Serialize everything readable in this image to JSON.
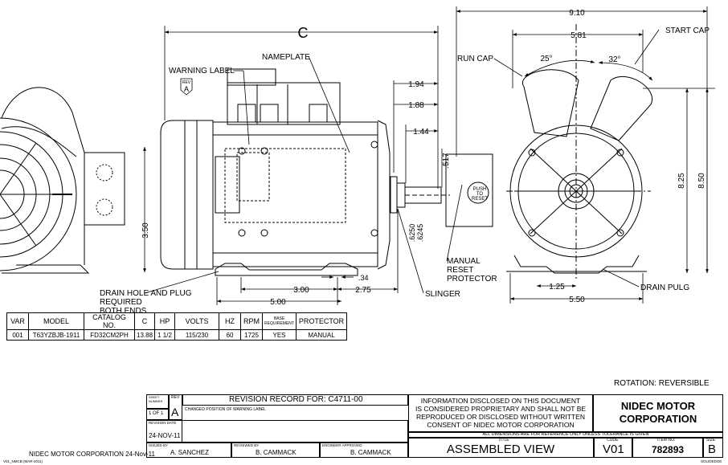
{
  "dims": {
    "c": "C",
    "overall_length": "9.10",
    "width_581": "5.81",
    "d194": "1.94",
    "d188": "1.88",
    "d144": "1.44",
    "d517": ".517",
    "d350": "3.50",
    "d300": "3.00",
    "d275": "2.75",
    "d500": "5.00",
    "d034": ".34",
    "shaft_dia": ".6250\n.6245",
    "shaft_dia_a": ".6250",
    "shaft_dia_b": ".6245",
    "d125": "1.25",
    "d550": "5.50",
    "d825": "8.25",
    "d850": "8.50",
    "ang25": "25°",
    "ang32": "32°"
  },
  "callouts": {
    "warning_label": "WARNING LABEL",
    "rev_tag_label": "REV",
    "rev_tag_value": "A",
    "nameplate": "NAMEPLATE",
    "run_cap": "RUN CAP",
    "start_cap": "START CAP",
    "manual_reset_1": "MANUAL",
    "manual_reset_2": "RESET",
    "manual_reset_3": "PROTECTOR",
    "slinger": "SLINGER",
    "drain_pulg": "DRAIN PULG",
    "drain_hole_1": "DRAIN HOLE AND PLUG",
    "drain_hole_2": "REQUIRED",
    "drain_hole_3": "BOTH ENDS",
    "push_1": "PUSH",
    "push_2": "TO",
    "push_3": "RESET"
  },
  "spec_table": {
    "headers": [
      "VAR",
      "MODEL",
      "CATALOG NO.",
      "C",
      "HP",
      "VOLTS",
      "HZ",
      "RPM",
      "BASE REQUIREMENT",
      "PROTECTOR"
    ],
    "base_req_1": "BASE",
    "base_req_2": "REQUIREMENT",
    "row": [
      "001",
      "T63YZBJB-1911",
      "FD32CM2PH",
      "13.88",
      "1 1/2",
      "115/230",
      "60",
      "1725",
      "YES",
      "MANUAL"
    ]
  },
  "rotation": "ROTATION:  REVERSIBLE",
  "title_block": {
    "sheet_number_label_1": "SHEET",
    "sheet_number_label_2": "NUMBER",
    "sheet_number_value": "1 OF 1",
    "rev_label": "REV",
    "rev_value": "A",
    "revision_record": "REVISION RECORD FOR: C4711-00",
    "change_note": "CHANGED POSITION OF WARNING LABEL",
    "revision_date_label": "REVISION DATE",
    "revision_date": "24-NOV-11",
    "issued_by_label": "ISSUED BY",
    "issued_by": "A. SANCHEZ",
    "reviewed_by_label": "REVIEWED BY",
    "reviewed_by": "B. CAMMACK",
    "engineer_approved_label": "ENGINEER APPROVED",
    "engineer_approved": "B. CAMMACK",
    "proprietary_1": "INFORMATION DISCLOSED ON THIS DOCUMENT",
    "proprietary_2": "IS CONSIDERED PROPRIETARY AND SHALL NOT BE",
    "proprietary_3": "REPRODUCED OR DISCLOSED WITHOUT WRITTEN",
    "proprietary_4": "CONSENT OF NIDEC MOTOR CORPORATION",
    "company_1": "NIDEC MOTOR",
    "company_2": "CORPORATION",
    "dimensions_note": "ALL DIMENSIONS ARE FOR REFERENCE ONLY UNLESS TOLERANCE IS GIVEN",
    "title_label": "TITLE",
    "title": "ASSEMBLED VIEW",
    "code_label": "CODE",
    "code": "V01",
    "item_no_label": "ITEM NO.",
    "item_no": "782893",
    "size_label": "SIZE",
    "size": "B"
  },
  "footer": {
    "left_tiny": "V01_NMCB (MAR-2011)",
    "company_date": "NIDEC MOTOR CORPORATION 24-Nov-11",
    "right_tiny": "SOLIDEDGE"
  }
}
